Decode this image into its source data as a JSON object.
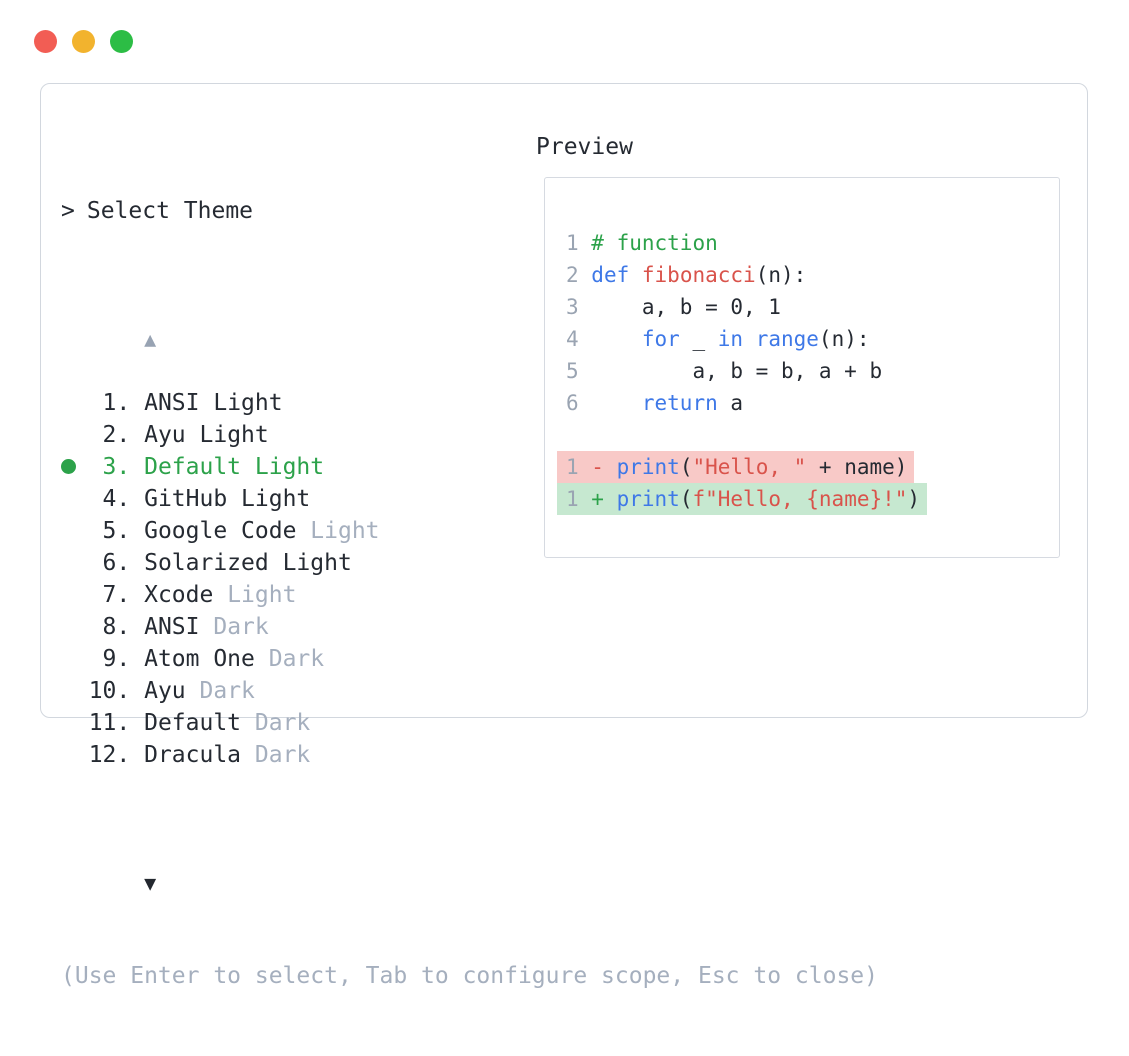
{
  "colors": {
    "dark": "#252a32",
    "muted": "#a5afbe",
    "line_number": "#9aa4b2",
    "green": "#2ca24a",
    "blue": "#3e78e7",
    "red": "#d9534b",
    "diff_removed_bg": "#f8c9c7",
    "diff_added_bg": "#c6e8d0",
    "panel_border": "#d2d7de",
    "box_border": "#d6dae1",
    "arrow_up": "#98a3b3",
    "traffic_red": "#f25d54",
    "traffic_yellow": "#f2b32e",
    "traffic_green": "#2cbd45"
  },
  "window": {
    "traffic_lights": [
      {
        "name": "close-button",
        "color_key": "traffic_red"
      },
      {
        "name": "minimize-button",
        "color_key": "traffic_yellow"
      },
      {
        "name": "zoom-button",
        "color_key": "traffic_green"
      }
    ]
  },
  "theme_picker": {
    "prompt_marker": ">",
    "title": "Select Theme",
    "scroll_up_glyph": "▲",
    "scroll_down_glyph": "▼",
    "items": [
      {
        "number": "1.",
        "name": "ANSI",
        "variant": "Light",
        "variant_muted": false,
        "selected": false
      },
      {
        "number": "2.",
        "name": "Ayu",
        "variant": "Light",
        "variant_muted": false,
        "selected": false
      },
      {
        "number": "3.",
        "name": "Default",
        "variant": "Light",
        "variant_muted": false,
        "selected": true
      },
      {
        "number": "4.",
        "name": "GitHub",
        "variant": "Light",
        "variant_muted": false,
        "selected": false
      },
      {
        "number": "5.",
        "name": "Google Code",
        "variant": "Light",
        "variant_muted": true,
        "selected": false
      },
      {
        "number": "6.",
        "name": "Solarized",
        "variant": "Light",
        "variant_muted": false,
        "selected": false
      },
      {
        "number": "7.",
        "name": "Xcode",
        "variant": "Light",
        "variant_muted": true,
        "selected": false
      },
      {
        "number": "8.",
        "name": "ANSI",
        "variant": "Dark",
        "variant_muted": true,
        "selected": false
      },
      {
        "number": "9.",
        "name": "Atom One",
        "variant": "Dark",
        "variant_muted": true,
        "selected": false
      },
      {
        "number": "10.",
        "name": "Ayu",
        "variant": "Dark",
        "variant_muted": true,
        "selected": false
      },
      {
        "number": "11.",
        "name": "Default",
        "variant": "Dark",
        "variant_muted": true,
        "selected": false
      },
      {
        "number": "12.",
        "name": "Dracula",
        "variant": "Dark",
        "variant_muted": true,
        "selected": false
      }
    ],
    "footer_hint": "(Use Enter to select, Tab to configure scope, Esc to close)"
  },
  "preview": {
    "label": "Preview",
    "lines": [
      {
        "num": "1",
        "tokens": [
          [
            "# function",
            "green"
          ]
        ]
      },
      {
        "num": "2",
        "tokens": [
          [
            "def",
            "blue"
          ],
          [
            " ",
            "dark"
          ],
          [
            "fibonacci",
            "red"
          ],
          [
            "(n):",
            "dark"
          ]
        ]
      },
      {
        "num": "3",
        "tokens": [
          [
            "    a, b = 0, 1",
            "dark"
          ]
        ]
      },
      {
        "num": "4",
        "tokens": [
          [
            "    ",
            "dark"
          ],
          [
            "for",
            "blue"
          ],
          [
            " _ ",
            "dark"
          ],
          [
            "in",
            "blue"
          ],
          [
            " ",
            "dark"
          ],
          [
            "range",
            "blue"
          ],
          [
            "(n):",
            "dark"
          ]
        ]
      },
      {
        "num": "5",
        "tokens": [
          [
            "        a, b = b, a + b",
            "dark"
          ]
        ]
      },
      {
        "num": "6",
        "tokens": [
          [
            "    ",
            "dark"
          ],
          [
            "return",
            "blue"
          ],
          [
            " a",
            "dark"
          ]
        ]
      },
      {
        "num": "",
        "tokens": []
      },
      {
        "num": "1",
        "diff": "removed",
        "tokens": [
          [
            "-",
            "red"
          ],
          [
            " ",
            "dark"
          ],
          [
            "print",
            "blue"
          ],
          [
            "(",
            "dark"
          ],
          [
            "\"Hello, \"",
            "red"
          ],
          [
            " + name)",
            "dark"
          ]
        ]
      },
      {
        "num": "1",
        "diff": "added",
        "tokens": [
          [
            "+",
            "green"
          ],
          [
            " ",
            "dark"
          ],
          [
            "print",
            "blue"
          ],
          [
            "(",
            "dark"
          ],
          [
            "f\"Hello, {name}!\"",
            "red"
          ],
          [
            ")",
            "dark"
          ]
        ]
      }
    ]
  }
}
